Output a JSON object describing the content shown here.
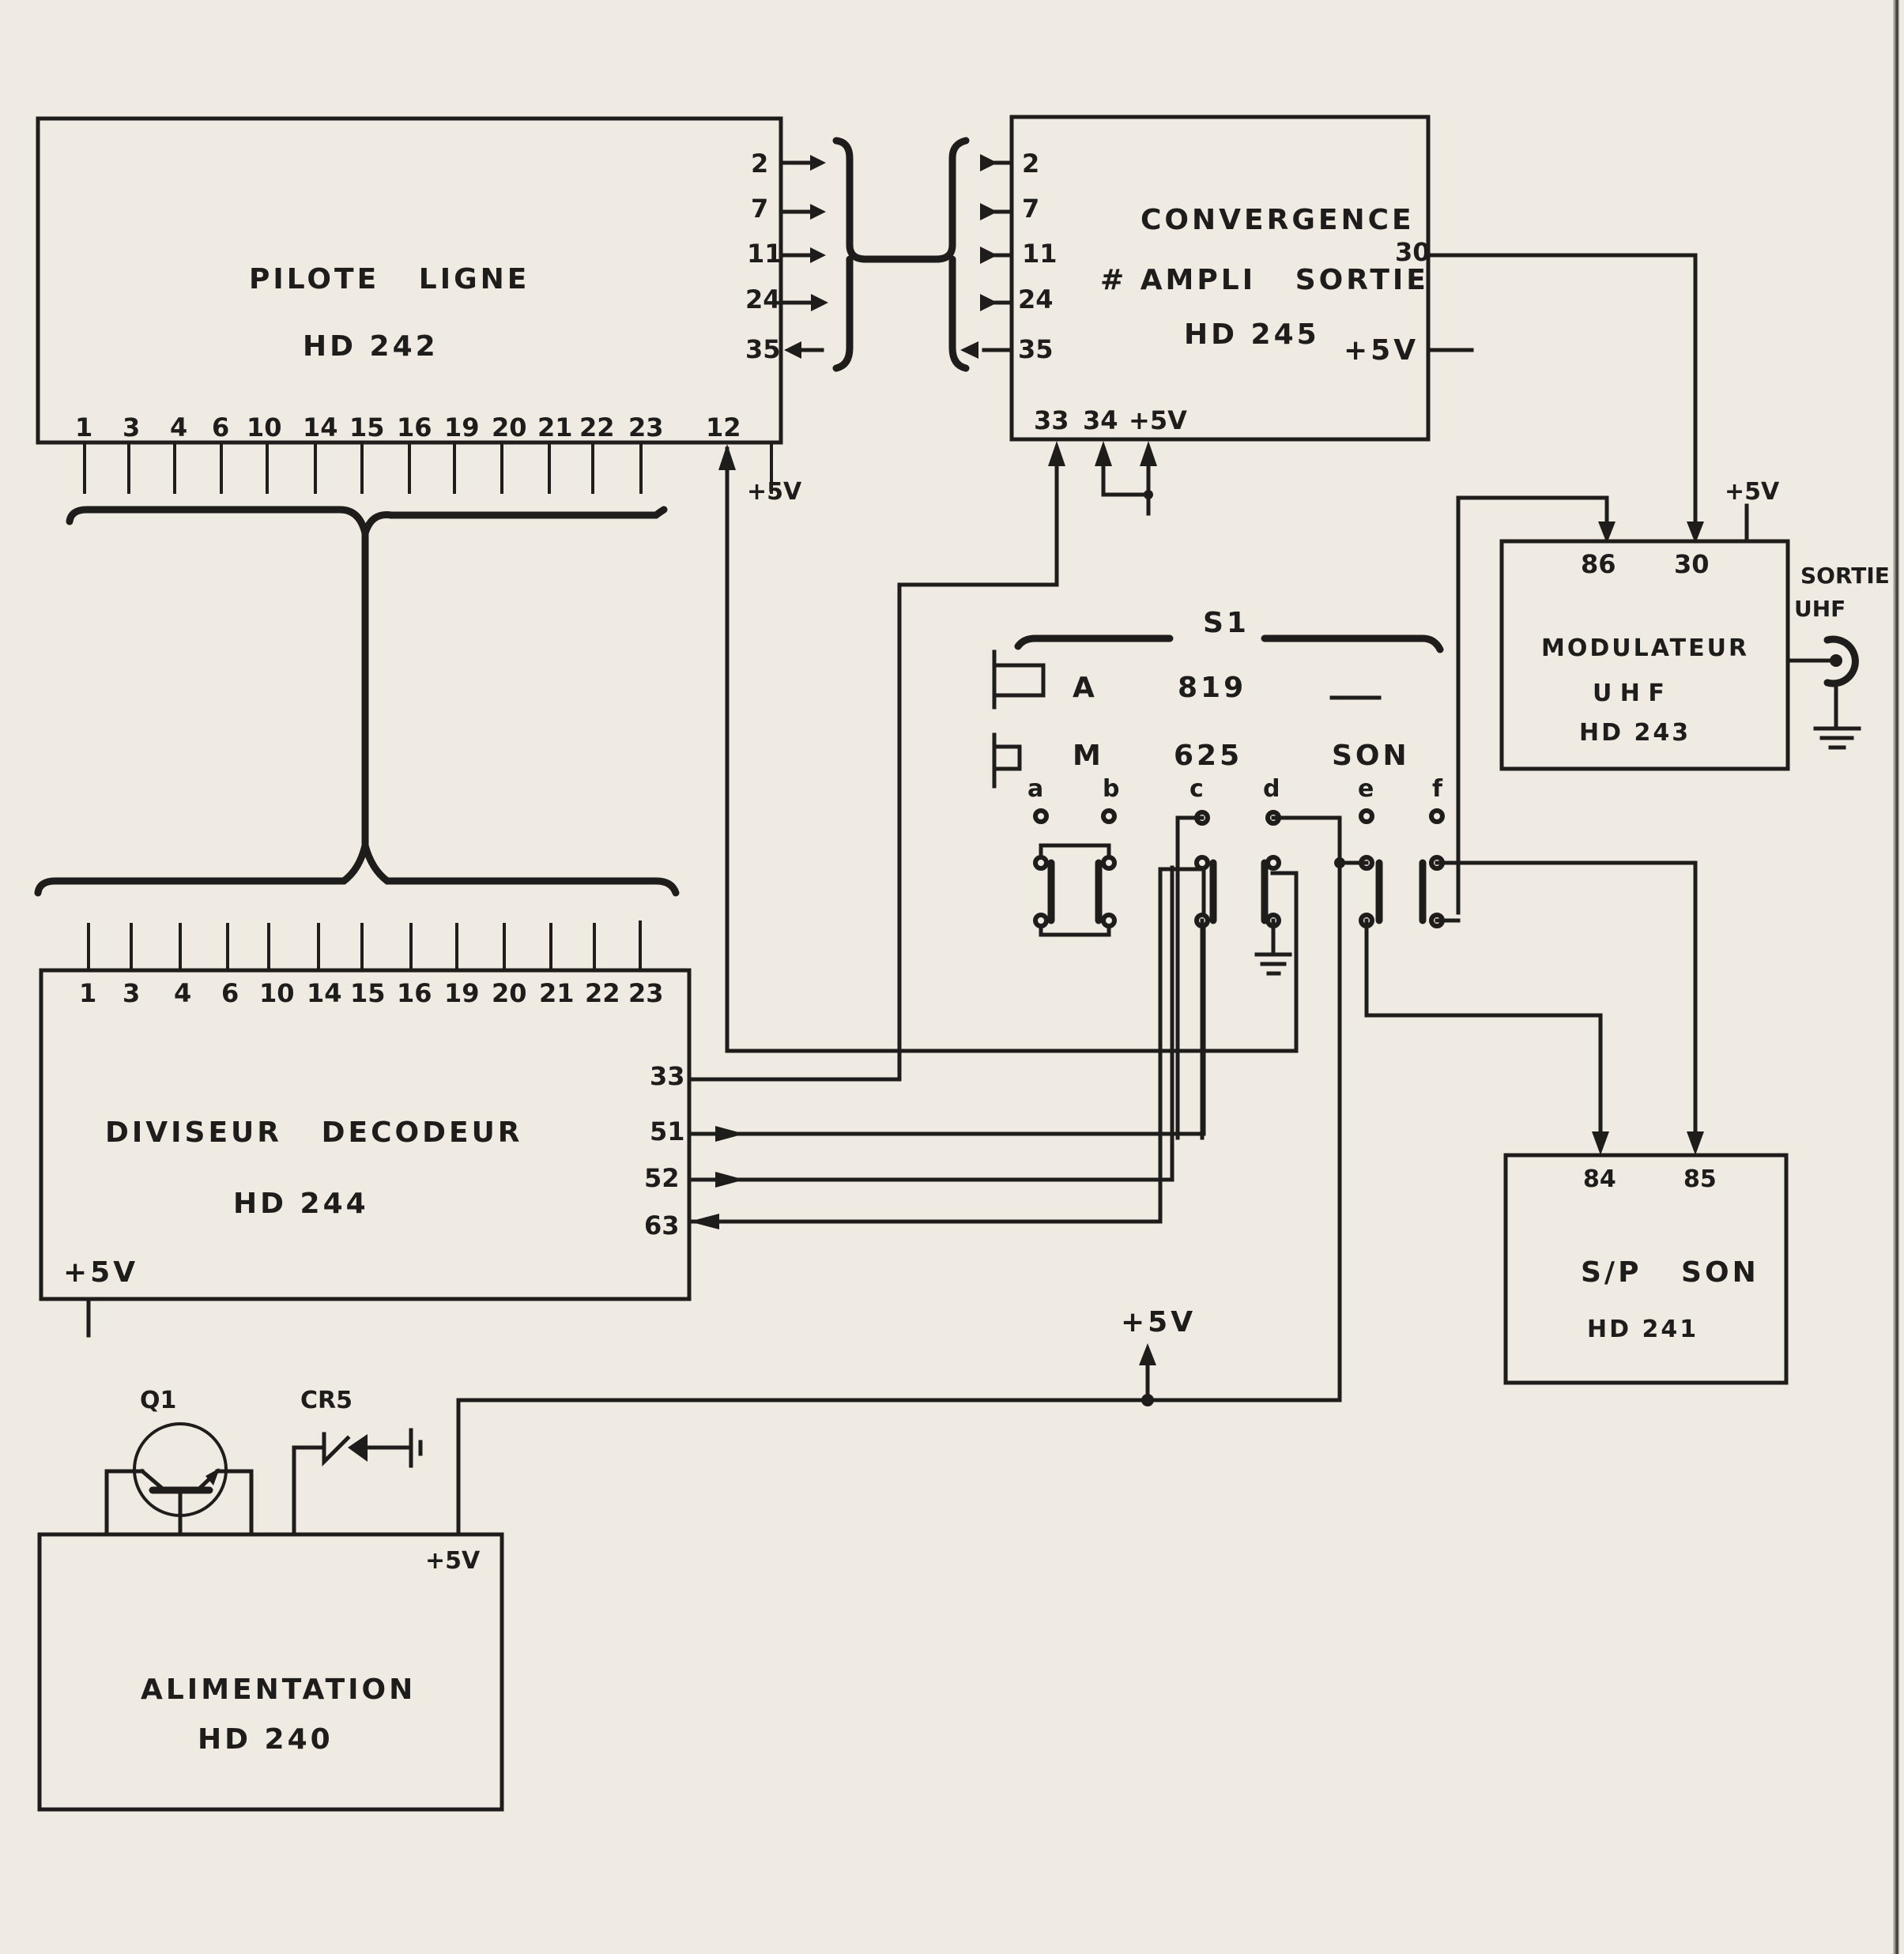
{
  "modules": {
    "pilote_ligne": {
      "title": "PILOTE   LIGNE",
      "part": "HD 242",
      "bottom_pins": [
        "1",
        "3",
        "4",
        "6",
        "10",
        "14",
        "15",
        "16",
        "19",
        "20",
        "21",
        "22",
        "23",
        "12"
      ],
      "right_pins": [
        "2",
        "7",
        "11",
        "24",
        "35"
      ],
      "supply_label": "+5V"
    },
    "convergence": {
      "title_line1": "CONVERGENCE",
      "title_line2": "# AMPLI   SORTIE",
      "part": "HD 245",
      "left_pins": [
        "2",
        "7",
        "11",
        "24",
        "35"
      ],
      "output_pin": "30",
      "supply_label": "+5V",
      "bottom_pins": [
        "33",
        "34",
        "+5V"
      ]
    },
    "modulateur": {
      "title_line1": "MODULATEUR",
      "title_line2": "U H F",
      "part": "HD 243",
      "top_pins": [
        "86",
        "30"
      ],
      "supply_label": "+5V",
      "output_label_line1": "SORTIE",
      "output_label_line2": "UHF"
    },
    "diviseur": {
      "title": "DIVISEUR   DECODEUR",
      "part": "HD 244",
      "top_pins": [
        "1",
        "3",
        "4",
        "6",
        "10",
        "14",
        "15",
        "16",
        "19",
        "20",
        "21",
        "22",
        "23"
      ],
      "right_pins": [
        "33",
        "51",
        "52",
        "63"
      ],
      "supply_label": "+5V"
    },
    "sp_son": {
      "title": "S/P   SON",
      "part": "HD 241",
      "top_pins": [
        "84",
        "85"
      ]
    },
    "alimentation": {
      "title": "ALIMENTATION",
      "part": "HD 240",
      "supply_label": "+5V"
    }
  },
  "switch_s1": {
    "label": "S1",
    "row_a": {
      "key": "A",
      "value": "819"
    },
    "row_m": {
      "key": "M",
      "value": "625",
      "extra": "SON"
    },
    "contacts": [
      "a",
      "b",
      "c",
      "d",
      "e",
      "f"
    ]
  },
  "components": {
    "transistor": "Q1",
    "diode": "CR5"
  },
  "rail_label": "+5V"
}
